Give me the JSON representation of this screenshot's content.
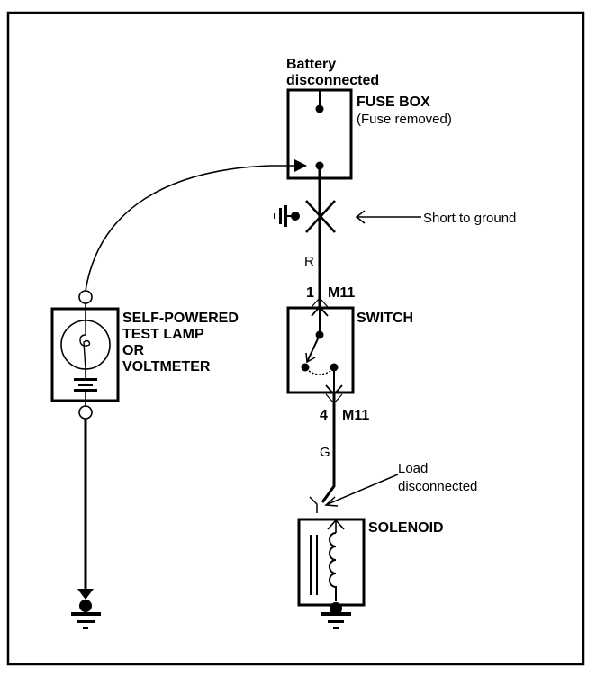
{
  "diagram": {
    "fuse_box": {
      "note_line1": "Battery",
      "note_line2": "disconnected",
      "title": "FUSE BOX",
      "subtitle": "(Fuse removed)"
    },
    "short": {
      "label": "Short to ground"
    },
    "wire_upper": {
      "color_code": "R",
      "pin": "1",
      "connector": "M11"
    },
    "switch": {
      "title": "SWITCH"
    },
    "wire_lower": {
      "color_code": "G",
      "pin": "4",
      "connector": "M11"
    },
    "load": {
      "line1": "Load",
      "line2": "disconnected"
    },
    "solenoid": {
      "title": "SOLENOID"
    },
    "tester": {
      "line1": "SELF-POWERED",
      "line2": "TEST LAMP",
      "line3": "OR",
      "line4": "VOLTMETER"
    },
    "colors": {
      "ink": "#000000",
      "paper": "#ffffff"
    }
  }
}
